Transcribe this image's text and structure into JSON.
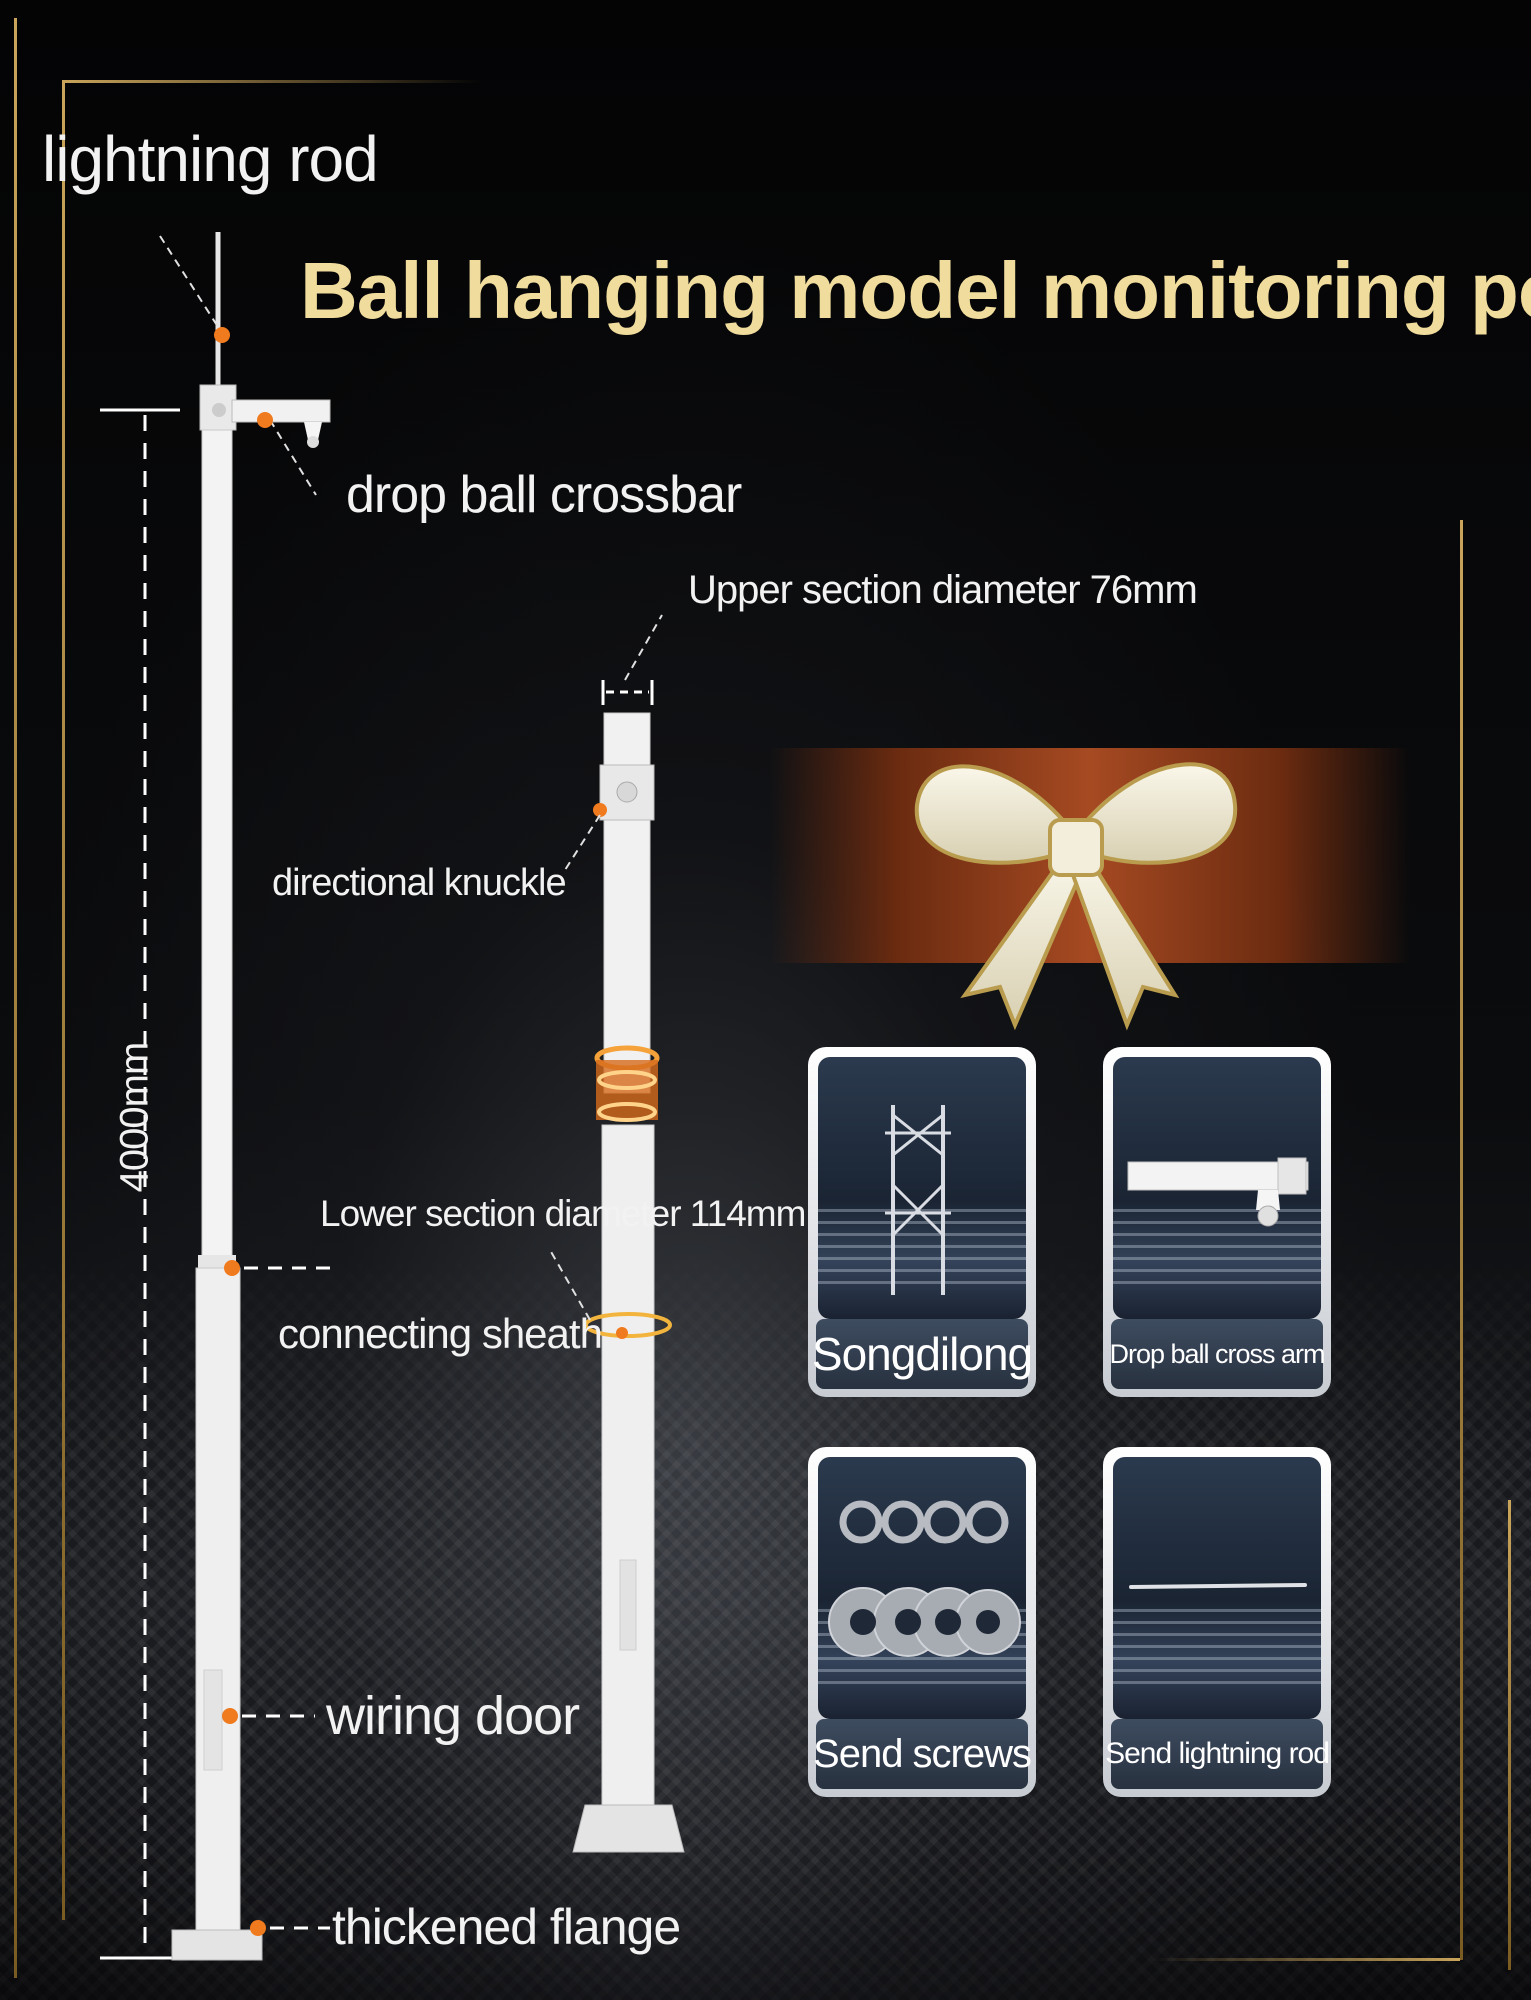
{
  "title": "Ball hanging model monitoring pole",
  "pole_labels": {
    "lightning_rod": "lightning rod",
    "drop_ball_crossbar": "drop ball crossbar",
    "height": "4000mm",
    "connecting_sheath": "connecting sheath",
    "wiring_door": "wiring door",
    "thickened_flange": "thickened flange"
  },
  "section_labels": {
    "upper_diameter": "Upper section diameter 76mm",
    "directional_knuckle": "directional knuckle",
    "lower_diameter": "Lower section diameter 114mm"
  },
  "accessories": [
    {
      "label": "Songdilong",
      "icon": "songdilong-frame-icon"
    },
    {
      "label": "Drop ball cross arm",
      "icon": "cross-arm-icon"
    },
    {
      "label": "Send screws",
      "icon": "screws-washers-icon"
    },
    {
      "label": "Send lightning rod",
      "icon": "lightning-rod-icon"
    }
  ],
  "colors": {
    "title": "#f0dc9c",
    "marker": "#f07a1e",
    "frame": "#c9a45a",
    "pole": "#eeeeee"
  }
}
